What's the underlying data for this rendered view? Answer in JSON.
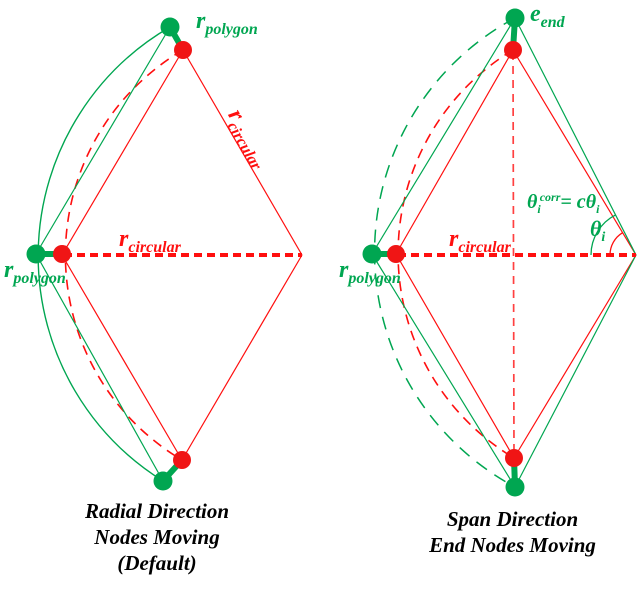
{
  "colors": {
    "green": "#00A651",
    "red": "#FF0F0F",
    "caption_text": "#000000"
  },
  "left_figure": {
    "caption": [
      "Radial Direction",
      "Nodes Moving",
      "(Default)"
    ],
    "labels": {
      "r_polygon_top": {
        "base": "r",
        "sub": "polygon"
      },
      "r_circular_diag": {
        "base": "r",
        "sub": "circular"
      },
      "r_circular_horiz": {
        "base": "r",
        "sub": "circular"
      },
      "r_polygon_left": {
        "base": "r",
        "sub": "polygon"
      }
    }
  },
  "right_figure": {
    "caption": [
      "Span Direction",
      "End Nodes Moving"
    ],
    "labels": {
      "e_end": {
        "base": "e",
        "sub": "end"
      },
      "r_circular_horiz": {
        "base": "r",
        "sub": "circular"
      },
      "r_polygon_left": {
        "base": "r",
        "sub": "polygon"
      },
      "theta_corr": {
        "theta1": "θ",
        "sub1": "i",
        "sup1": "corr",
        "equals": "= c",
        "theta2": "θ",
        "sub2": "i"
      },
      "theta_i": {
        "base": "θ",
        "sub": "i"
      }
    }
  }
}
